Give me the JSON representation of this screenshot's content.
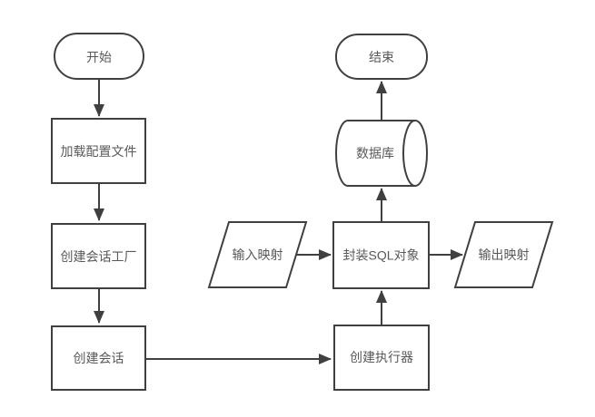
{
  "diagram": {
    "type": "flowchart",
    "colors": {
      "stroke": "#404040",
      "text": "#595959",
      "background": "#ffffff"
    },
    "nodes": {
      "start": {
        "label": "开始",
        "shape": "terminator"
      },
      "load_config": {
        "label": "加载配置文件",
        "shape": "process"
      },
      "create_factory": {
        "label": "创建会话工厂",
        "shape": "process"
      },
      "create_session": {
        "label": "创建会话",
        "shape": "process"
      },
      "input_mapping": {
        "label": "输入映射",
        "shape": "data-parallelogram"
      },
      "wrap_sql_object": {
        "label": "封装SQL对象",
        "shape": "process"
      },
      "output_mapping": {
        "label": "输出映射",
        "shape": "data-parallelogram"
      },
      "database": {
        "label": "数据库",
        "shape": "cylinder"
      },
      "end": {
        "label": "结束",
        "shape": "terminator"
      },
      "create_executor": {
        "label": "创建执行器",
        "shape": "process"
      }
    },
    "edges": [
      {
        "from": "start",
        "to": "load_config"
      },
      {
        "from": "load_config",
        "to": "create_factory"
      },
      {
        "from": "create_factory",
        "to": "create_session"
      },
      {
        "from": "create_session",
        "to": "create_executor"
      },
      {
        "from": "create_executor",
        "to": "wrap_sql_object"
      },
      {
        "from": "input_mapping",
        "to": "wrap_sql_object"
      },
      {
        "from": "wrap_sql_object",
        "to": "output_mapping"
      },
      {
        "from": "wrap_sql_object",
        "to": "database"
      },
      {
        "from": "database",
        "to": "end"
      }
    ]
  }
}
